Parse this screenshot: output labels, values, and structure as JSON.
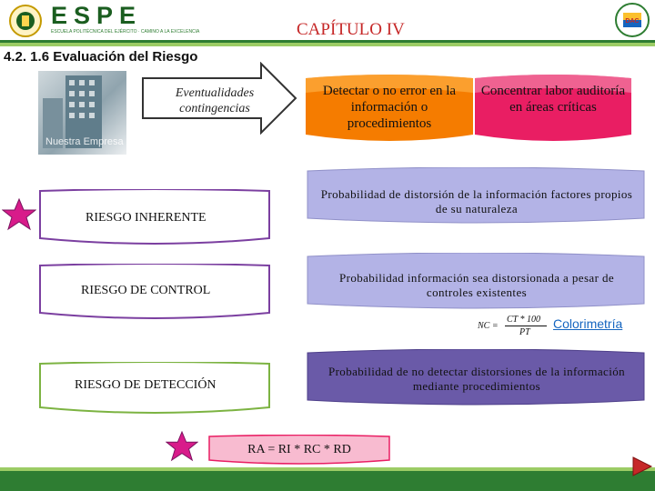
{
  "header": {
    "institution_name": "ESPE",
    "institution_subtitle": "ESCUELA POLITÉCNICA DEL EJÉRCITO · CAMINO A LA EXCELENCIA",
    "chapter": "CAPÍTULO IV",
    "right_logo_text": "DAC"
  },
  "section_title": "4.2. 1.6 Evaluación del Riesgo",
  "photo_caption": "Nuestra Empresa",
  "arrow_label": "Eventualidades contingencias",
  "top_banners": {
    "detect": "Detectar o no error en la información o procedimientos",
    "concentrate": "Concentrar labor auditoría en áreas críticas"
  },
  "risks": [
    {
      "label": "RIESGO INHERENTE",
      "description": "Probabilidad de distorsión de la información factores propios de su naturaleza"
    },
    {
      "label": "RIESGO DE CONTROL",
      "description": "Probabilidad información sea distorsionada a pesar de controles existentes"
    },
    {
      "label": "RIESGO DE DETECCIÓN",
      "description": "Probabilidad de no detectar distorsiones de la información mediante procedimientos"
    }
  ],
  "formula": {
    "lhs": "NC =",
    "numerator": "CT * 100",
    "denominator": "PT"
  },
  "colorimetry_link": "Colorimetría",
  "risk_formula": "RA = RI * RC * RD",
  "colors": {
    "chapter_red": "#c62828",
    "espe_green": "#1b5e20",
    "orange": "#f57c00",
    "magenta": "#e91e63",
    "lavender": "#b3b3e6",
    "purple": "#6a5aa8",
    "star": "#d81b8a",
    "footer_green": "#2e7d32"
  }
}
